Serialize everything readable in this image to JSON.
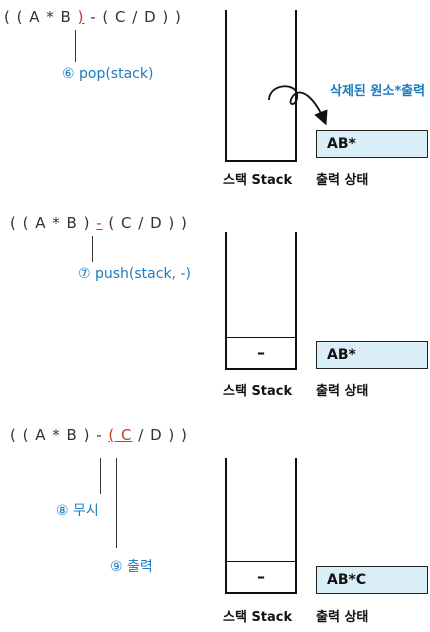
{
  "panels": [
    {
      "expr_pre": "( ( A * B ",
      "expr_hl": ")",
      "expr_post": " - ( C / D ) )",
      "step_label": "⑥ pop(stack)",
      "stack_cell": "",
      "output": "AB*",
      "deleted_note": "삭제된 원소*출력",
      "stack_caption": "스택 Stack",
      "output_caption": "출력 상태"
    },
    {
      "expr_pre": "( ( A * B ) ",
      "expr_hl": "-",
      "expr_post": " ( C / D ) )",
      "step_label": "⑦ push(stack, -)",
      "stack_cell": "–",
      "output": "AB*",
      "stack_caption": "스택 Stack",
      "output_caption": "출력 상태"
    },
    {
      "expr_pre": "( ( A * B ) - ",
      "expr_hl": "( C",
      "expr_post": " / D ) )",
      "step_label_a": "⑧ 무시",
      "step_label_b": "⑨ 출력",
      "stack_cell": "–",
      "output": "AB*C",
      "stack_caption": "스택 Stack",
      "output_caption": "출력 상태"
    }
  ]
}
